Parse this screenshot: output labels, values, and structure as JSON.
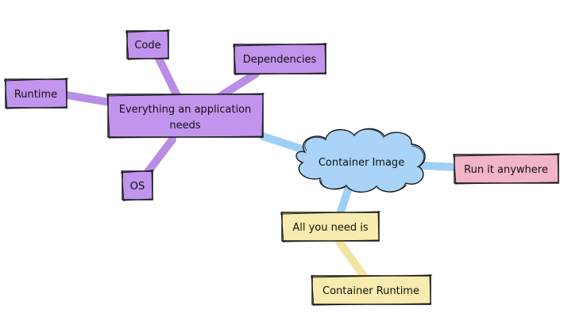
{
  "colors": {
    "purple_fill": "#c194ed",
    "purple_connector": "#b98de6",
    "blue_fill": "#a9d3f7",
    "blue_connector": "#9fcff5",
    "pink_fill": "#f2b4c8",
    "yellow_fill": "#f7ebad",
    "yellow_connector": "#f2e4a2",
    "stroke": "#1a1a1a"
  },
  "nodes": {
    "hub": {
      "line1": "Everything an application",
      "line2": "needs"
    },
    "code": {
      "label": "Code"
    },
    "dependencies": {
      "label": "Dependencies"
    },
    "runtime": {
      "label": "Runtime"
    },
    "os": {
      "label": "OS"
    },
    "container_image": {
      "label": "Container Image"
    },
    "run_anywhere": {
      "label": "Run it anywhere"
    },
    "all_you_need": {
      "label": "All you need is"
    },
    "container_runtime": {
      "label": "Container Runtime"
    }
  }
}
